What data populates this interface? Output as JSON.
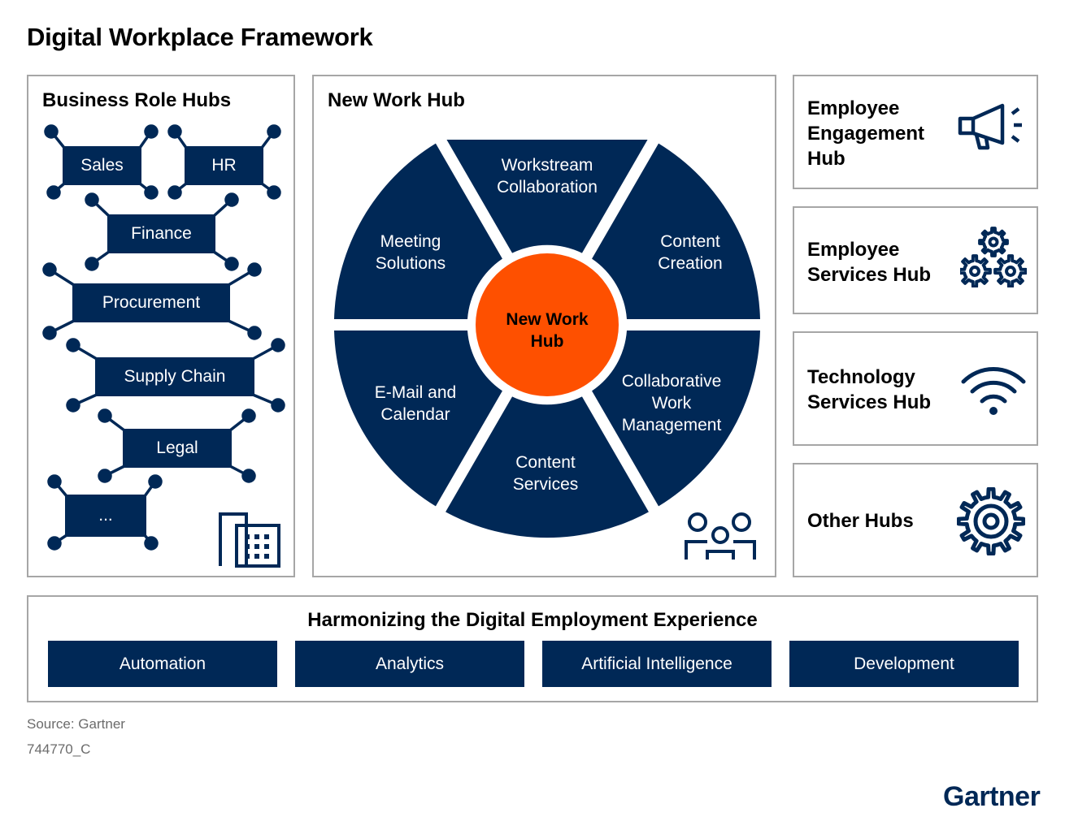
{
  "title": "Digital Workplace Framework",
  "colors": {
    "navy": "#002856",
    "orange": "#fe5000",
    "border": "#a6a6a6"
  },
  "business_role_hubs": {
    "title": "Business Role Hubs",
    "roles": [
      "Sales",
      "HR",
      "Finance",
      "Procurement",
      "Supply Chain",
      "Legal",
      "..."
    ],
    "icon": "office-building-icon"
  },
  "new_work_hub": {
    "title": "New Work Hub",
    "center": [
      "New Work",
      "Hub"
    ],
    "segments": {
      "workstream": [
        "Workstream",
        "Collaboration"
      ],
      "content_creation": [
        "Content",
        "Creation"
      ],
      "collaborative_work": [
        "Collaborative",
        "Work",
        "Management"
      ],
      "content_services": [
        "Content",
        "Services"
      ],
      "email_calendar": [
        "E-Mail and",
        "Calendar"
      ],
      "meeting": [
        "Meeting",
        "Solutions"
      ]
    },
    "icon": "people-meeting-icon"
  },
  "side_hubs": [
    {
      "lines": [
        "Employee",
        "Engagement",
        "Hub"
      ],
      "icon": "megaphone-icon"
    },
    {
      "lines": [
        "Employee",
        "Services Hub"
      ],
      "icon": "gears-icon"
    },
    {
      "lines": [
        "Technology",
        "Services Hub"
      ],
      "icon": "wifi-icon"
    },
    {
      "lines": [
        "Other Hubs"
      ],
      "icon": "cog-icon"
    }
  ],
  "harmonizing": {
    "title": "Harmonizing the Digital Employment Experience",
    "items": [
      "Automation",
      "Analytics",
      "Artificial Intelligence",
      "Development"
    ]
  },
  "footer": {
    "source": "Source: Gartner",
    "id": "744770_C",
    "logo": "Gartner"
  }
}
